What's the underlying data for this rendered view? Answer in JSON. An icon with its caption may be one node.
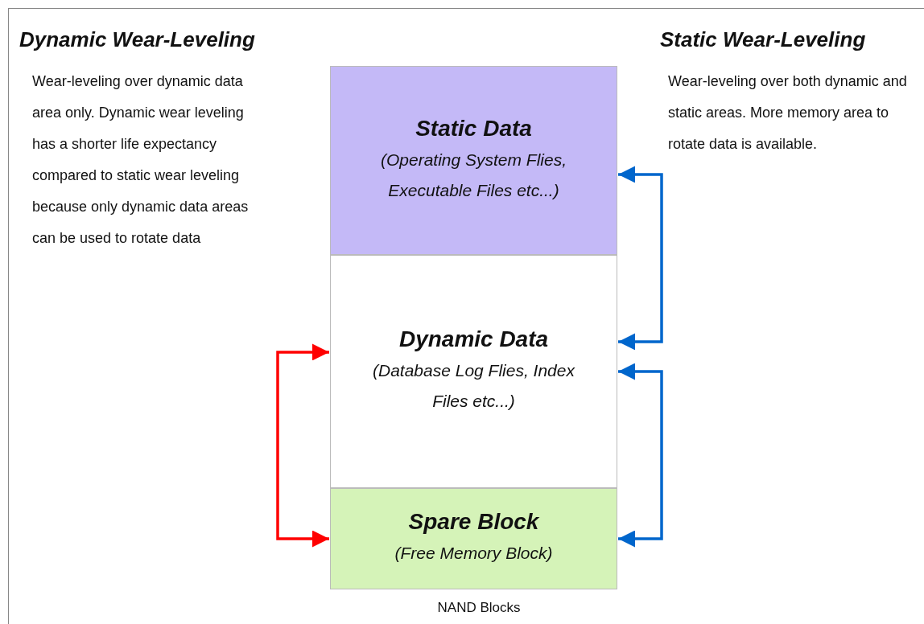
{
  "diagram": {
    "nodes": [
      {
        "text": [
          "Static Data",
          "(Operating System Flies, Executable Files etc...)"
        ]
      },
      {
        "text": [
          "Dynamic Data",
          "(Database Log Flies, Index Files etc...)"
        ]
      },
      {
        "text": [
          "Spare Block",
          "(Free Memory Block)"
        ]
      }
    ],
    "edges": [
      {
        "from": 0,
        "to": 1,
        "arrow": "both"
      },
      {
        "from": 1,
        "to": 2,
        "arrow": "both"
      },
      {
        "from": 1,
        "to": 2,
        "arrow": "both",
        "color": "#ff0000"
      }
    ],
    "labels": [
      "Dynamic Wear-Leveling",
      "Static Wear-Leveling",
      "Wear-leveling over dynamic data area only. Dynamic wear leveling has a shorter life expectancy compared to static wear leveling because only dynamic data areas can be used to rotate data",
      "Wear-leveling over both dynamic and static areas. More memory area to rotate data is available.",
      "NAND Blocks"
    ]
  }
}
